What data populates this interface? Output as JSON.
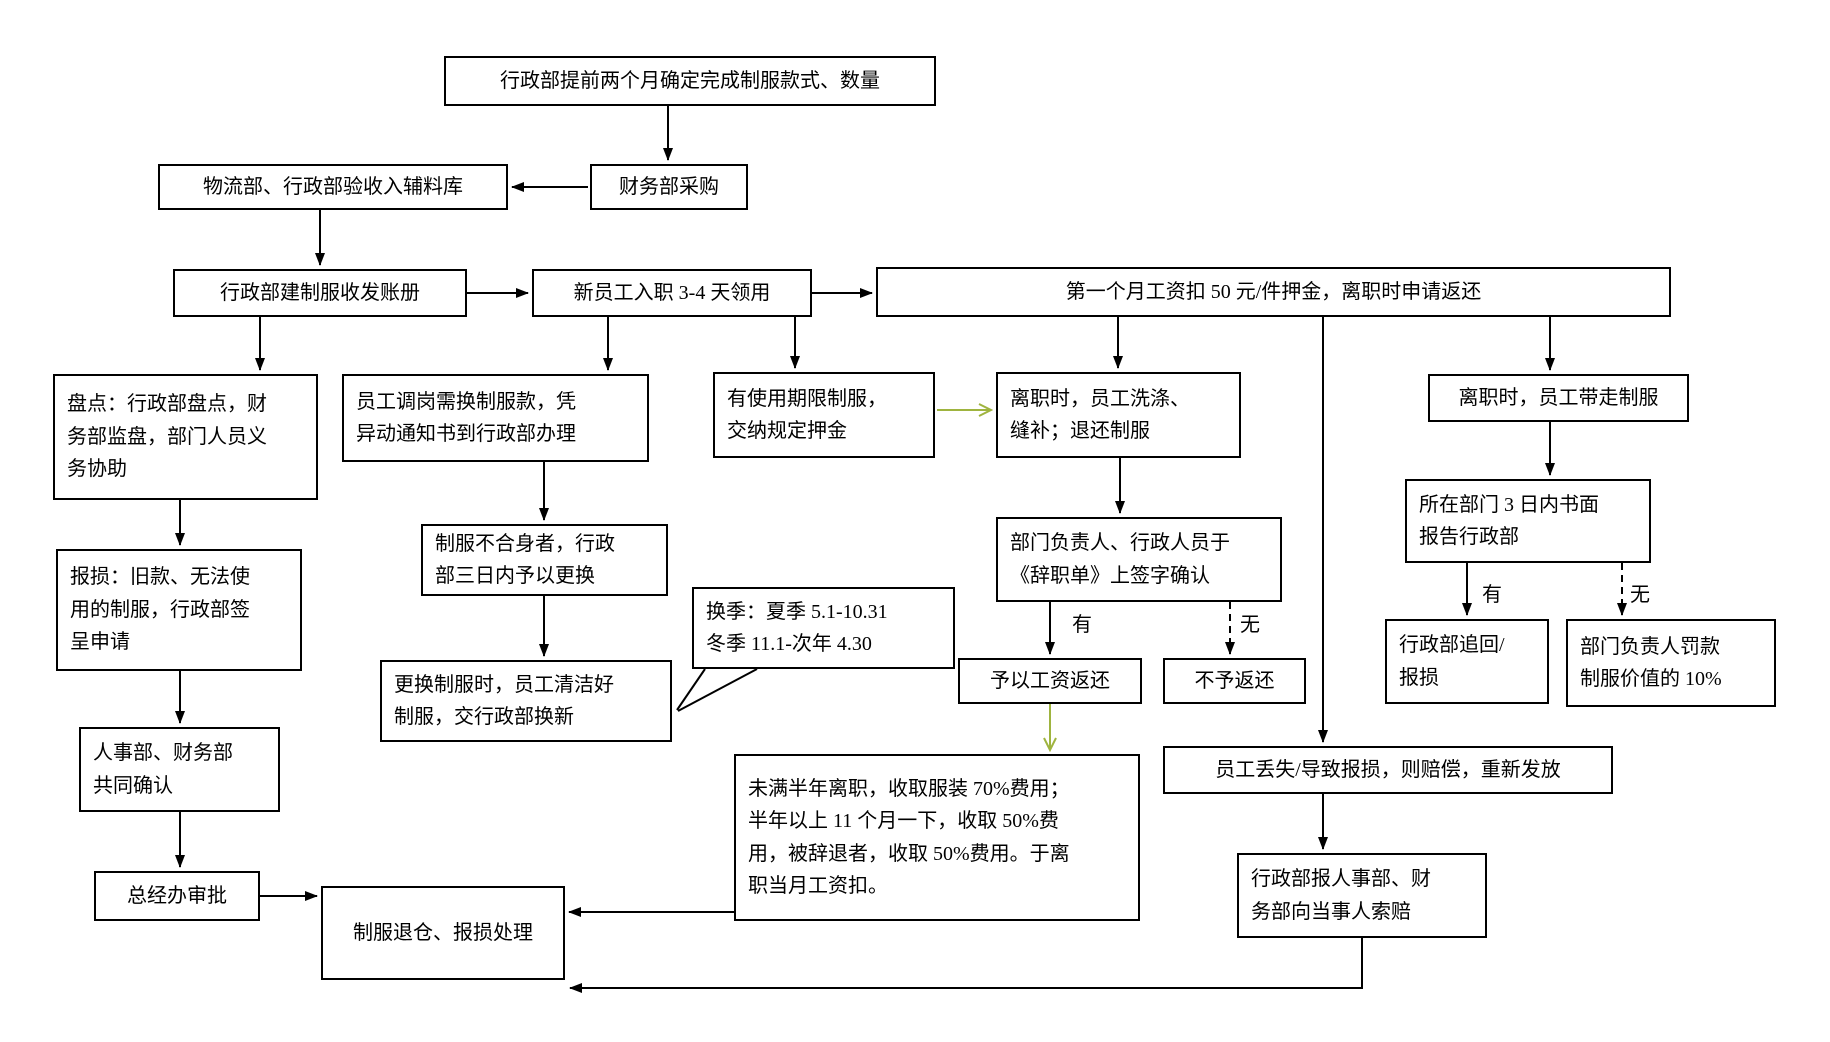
{
  "diagram_type": "flowchart",
  "colors": {
    "line": "#000000",
    "highlight_arrow": "#9fb43f",
    "node_background": "#ffffff",
    "node_border": "#000000"
  },
  "nodes": {
    "determine": {
      "text": "行政部提前两个月确定完成制服款式、数量"
    },
    "purchase": {
      "text": "财务部采购"
    },
    "receive": {
      "text": "物流部、行政部验收入辅料库"
    },
    "ledger": {
      "text": "行政部建制服收发账册"
    },
    "newhire": {
      "text": "新员工入职 3-4 天领用"
    },
    "deposit": {
      "text": "第一个月工资扣 50 元/件押金，离职时申请返还"
    },
    "inventory": {
      "text": "盘点：行政部盘点，财\n务部监盘，部门人员义\n务协助"
    },
    "transfer": {
      "text": "员工调岗需换制服款，凭\n异动通知书到行政部办理"
    },
    "limited": {
      "text": "有使用期限制服，\n交纳规定押金"
    },
    "wash": {
      "text": "离职时，员工洗涤、\n缝补；退还制服"
    },
    "takeaway": {
      "text": "离职时，员工带走制服"
    },
    "damage": {
      "text": "报损：旧款、无法使\n用的制服，行政部签\n呈申请"
    },
    "misfit": {
      "text": "制服不合身者，行政\n部三日内予以更换"
    },
    "sign": {
      "text": "部门负责人、行政人员于\n《辞职单》上签字确认"
    },
    "report3d": {
      "text": "所在部门 3 日内书面\n报告行政部"
    },
    "season": {
      "text": "换季：夏季 5.1-10.31\n冬季 11.1-次年 4.30"
    },
    "replace": {
      "text": "更换制服时，员工清洁好\n制服，交行政部换新"
    },
    "refund": {
      "text": "予以工资返还"
    },
    "norefund": {
      "text": "不予返还"
    },
    "recover": {
      "text": "行政部追回/\n报损"
    },
    "fine": {
      "text": "部门负责人罚款\n制服价值的 10%"
    },
    "confirm": {
      "text": "人事部、财务部\n共同确认"
    },
    "lost": {
      "text": "员工丢失/导致报损，则赔偿，重新发放"
    },
    "fees": {
      "text": "未满半年离职，收取服装 70%费用；\n半年以上 11 个月一下，收取 50%费\n用，被辞退者，收取 50%费用。于离\n职当月工资扣。"
    },
    "approve": {
      "text": "总经办审批"
    },
    "warehouse": {
      "text": "制服退仓、报损处理"
    },
    "claim": {
      "text": "行政部报人事部、财\n务部向当事人索赔"
    }
  },
  "edge_labels": {
    "sign_yes": "有",
    "sign_no": "无",
    "report_yes": "有",
    "report_no": "无"
  }
}
